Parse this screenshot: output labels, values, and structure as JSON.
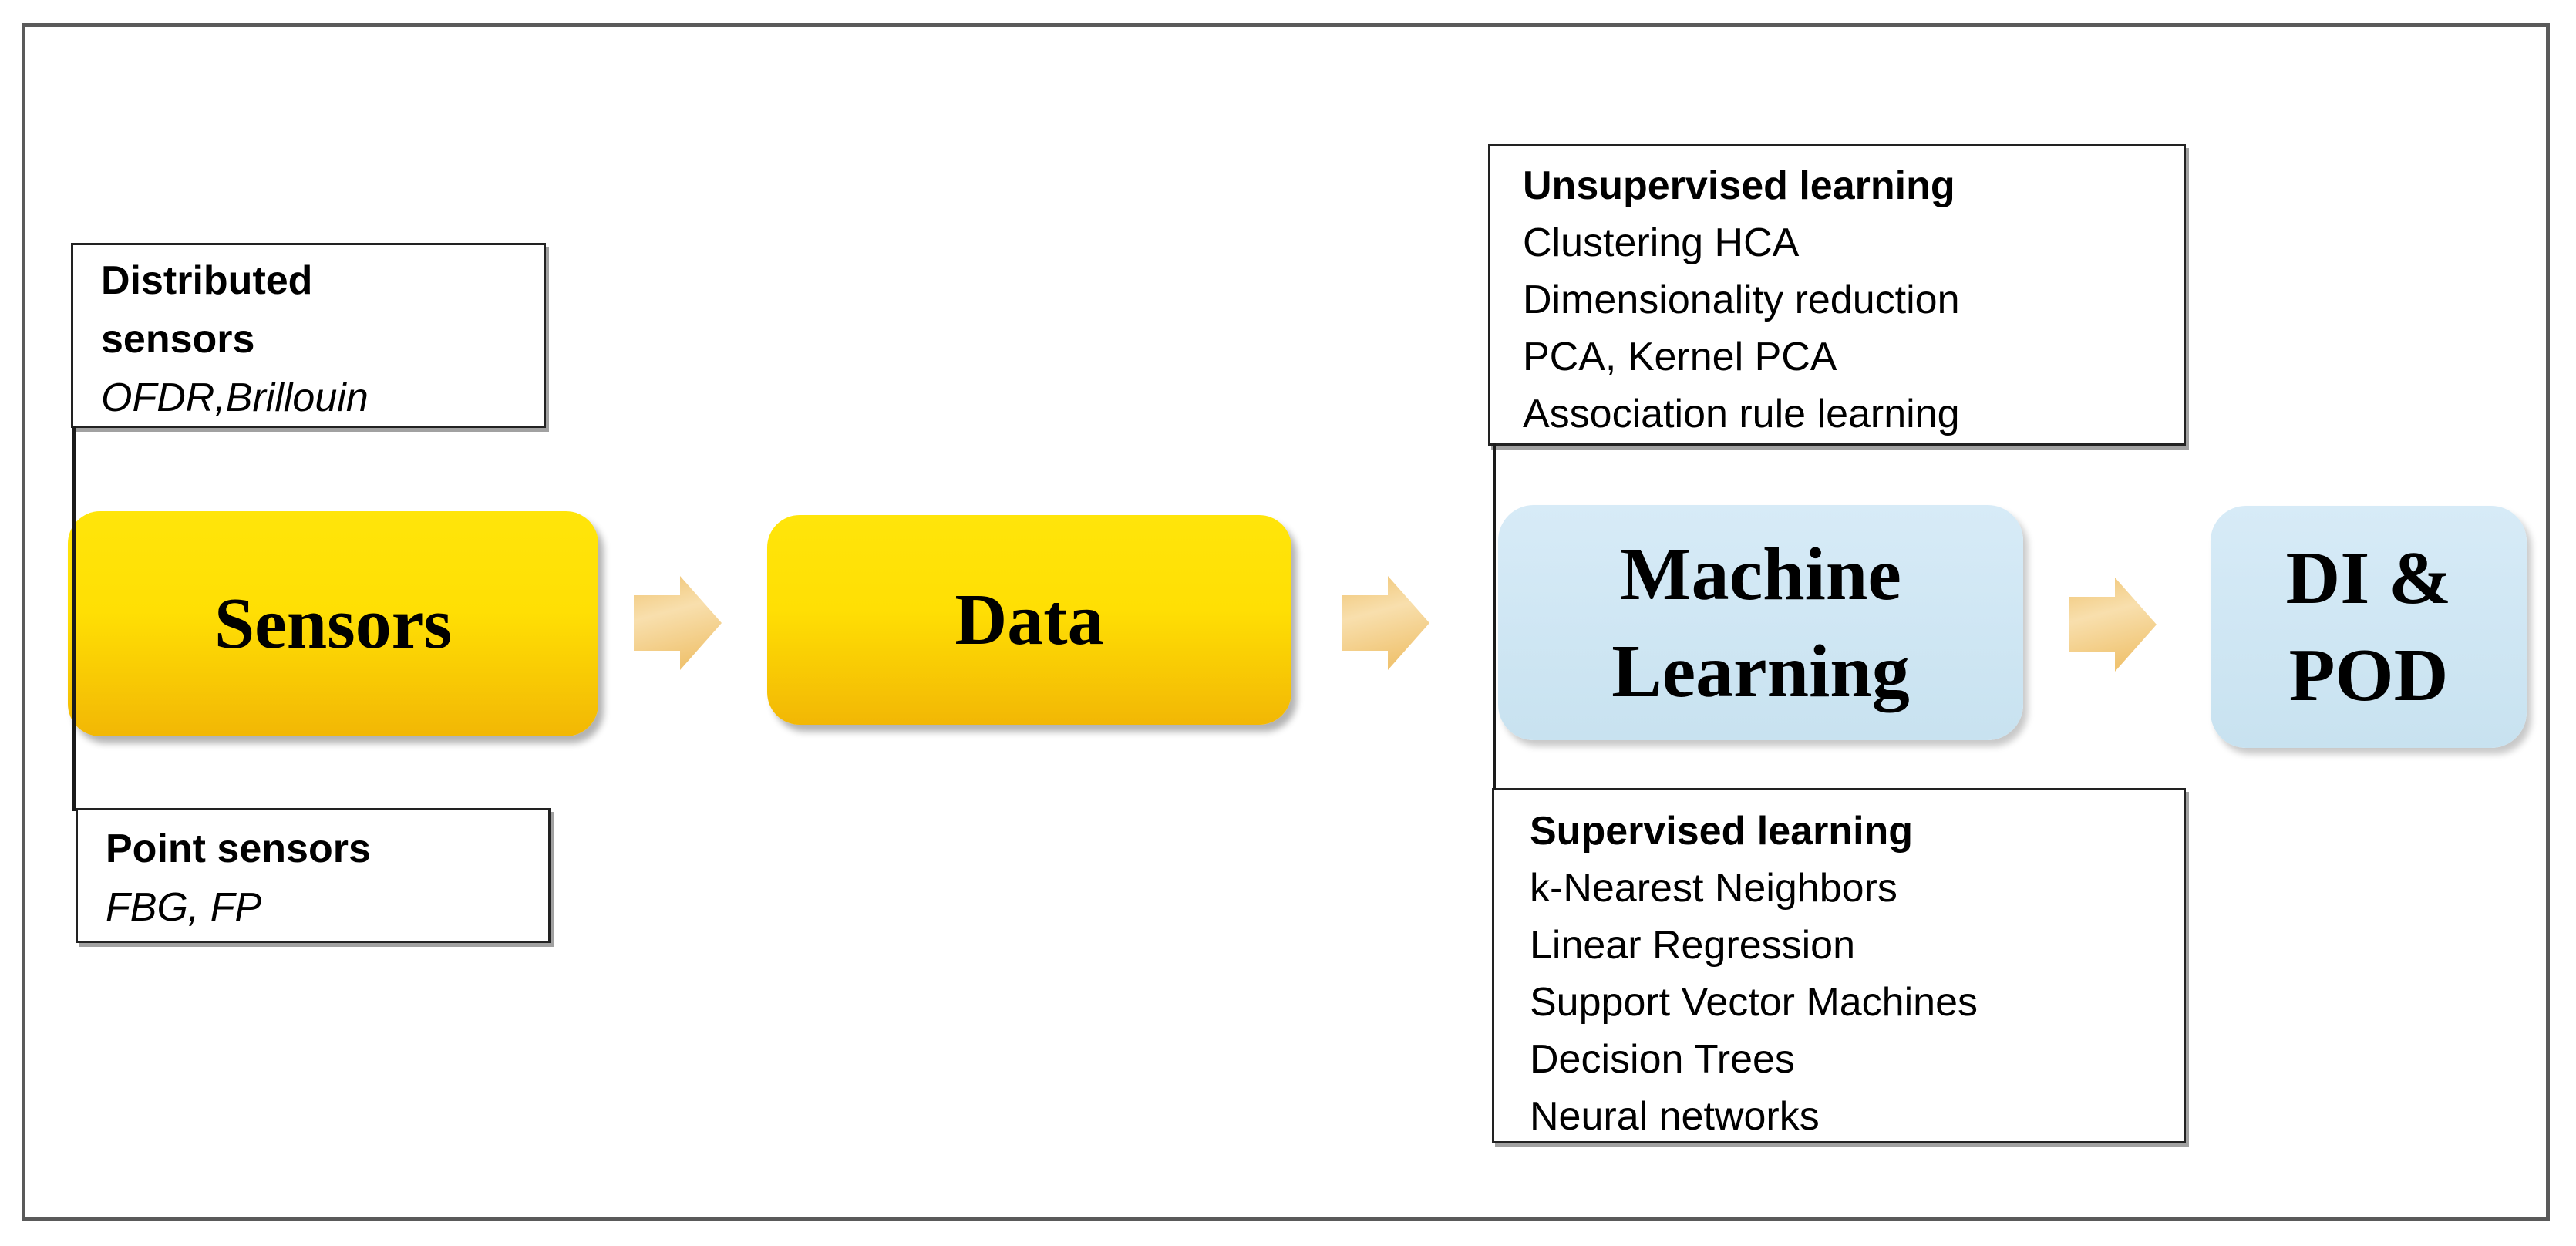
{
  "figure": {
    "type": "flow-diagram",
    "background": "#ffffff"
  },
  "nodes": {
    "sensors": {
      "label": "Sensors"
    },
    "data": {
      "label": "Data"
    },
    "machine_learning": {
      "label": "Machine Learning",
      "label_lines": [
        "Machine",
        "Learning"
      ]
    },
    "di_pod": {
      "label": "DI & POD",
      "label_lines": [
        "DI &",
        "POD"
      ]
    }
  },
  "arrows": [
    {
      "from": "sensors",
      "to": "data",
      "icon": "arrow-right-icon"
    },
    {
      "from": "data",
      "to": "machine_learning",
      "icon": "arrow-right-icon"
    },
    {
      "from": "machine_learning",
      "to": "di_pod",
      "icon": "arrow-right-icon"
    }
  ],
  "annotations": {
    "distributed_sensors": {
      "title_lines": [
        "Distributed",
        "sensors"
      ],
      "detail": "OFDR,Brillouin"
    },
    "point_sensors": {
      "title": "Point sensors",
      "detail": "FBG, FP"
    },
    "unsupervised": {
      "title": "Unsupervised learning",
      "items": [
        "Clustering HCA",
        "Dimensionality reduction",
        "PCA, Kernel PCA",
        "Association rule learning"
      ]
    },
    "supervised": {
      "title": "Supervised learning",
      "items": [
        "k-Nearest Neighbors",
        "Linear Regression",
        "Support Vector Machines",
        "Decision Trees",
        "Neural networks"
      ]
    }
  },
  "colors": {
    "yellow_top": "#ffe50a",
    "yellow_bottom": "#f2b705",
    "blue_top": "#d7ebf7",
    "blue_bottom": "#c8e2f0",
    "arrow_light": "#f8dfad",
    "arrow_dark": "#f0c472",
    "border_dark": "#222222",
    "line_dark": "#1a1a1a",
    "frame_gray": "#5a5a5a"
  }
}
